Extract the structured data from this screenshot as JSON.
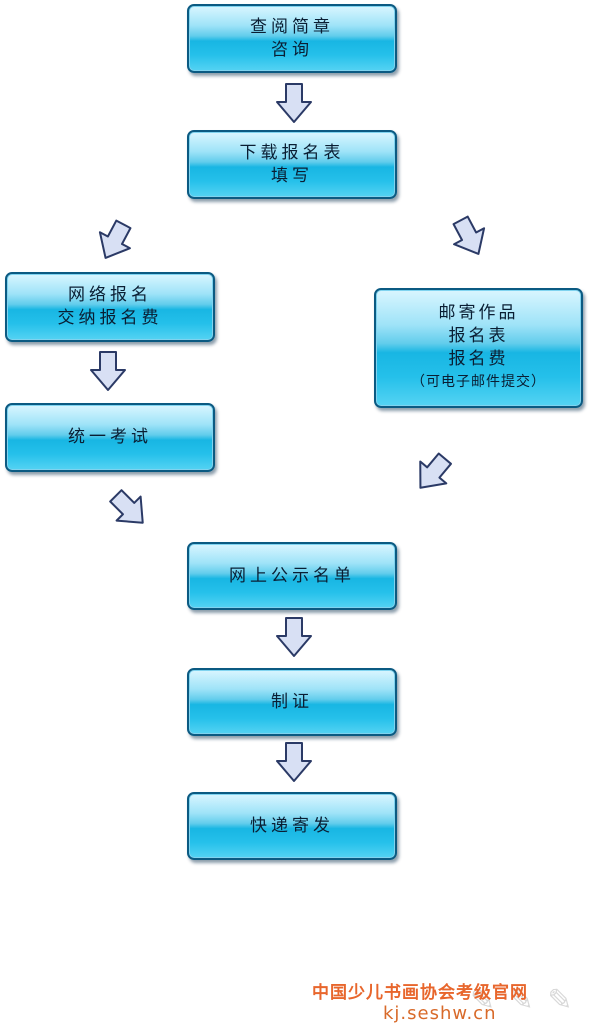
{
  "steps": {
    "consult": [
      "查阅简章",
      "咨询"
    ],
    "download": [
      "下载报名表",
      "填写"
    ],
    "online_register": [
      "网络报名",
      "交纳报名费"
    ],
    "mail": [
      "邮寄作品",
      "报名表",
      "报名费",
      "（可电子邮件提交）"
    ],
    "exam": [
      "统一考试"
    ],
    "publish": [
      "网上公示名单"
    ],
    "certificate": [
      "制证"
    ],
    "deliver": [
      "快递寄发"
    ]
  },
  "footer": {
    "title": "中国少儿书画协会考级官网",
    "url": "kj.seshw.cn"
  },
  "colors": {
    "box_border": "#0b5a82",
    "box_fill": "#18b6e3",
    "arrow_fill": "#d8e0f4",
    "arrow_stroke": "#2b3a66",
    "footer": "#e8662c"
  }
}
